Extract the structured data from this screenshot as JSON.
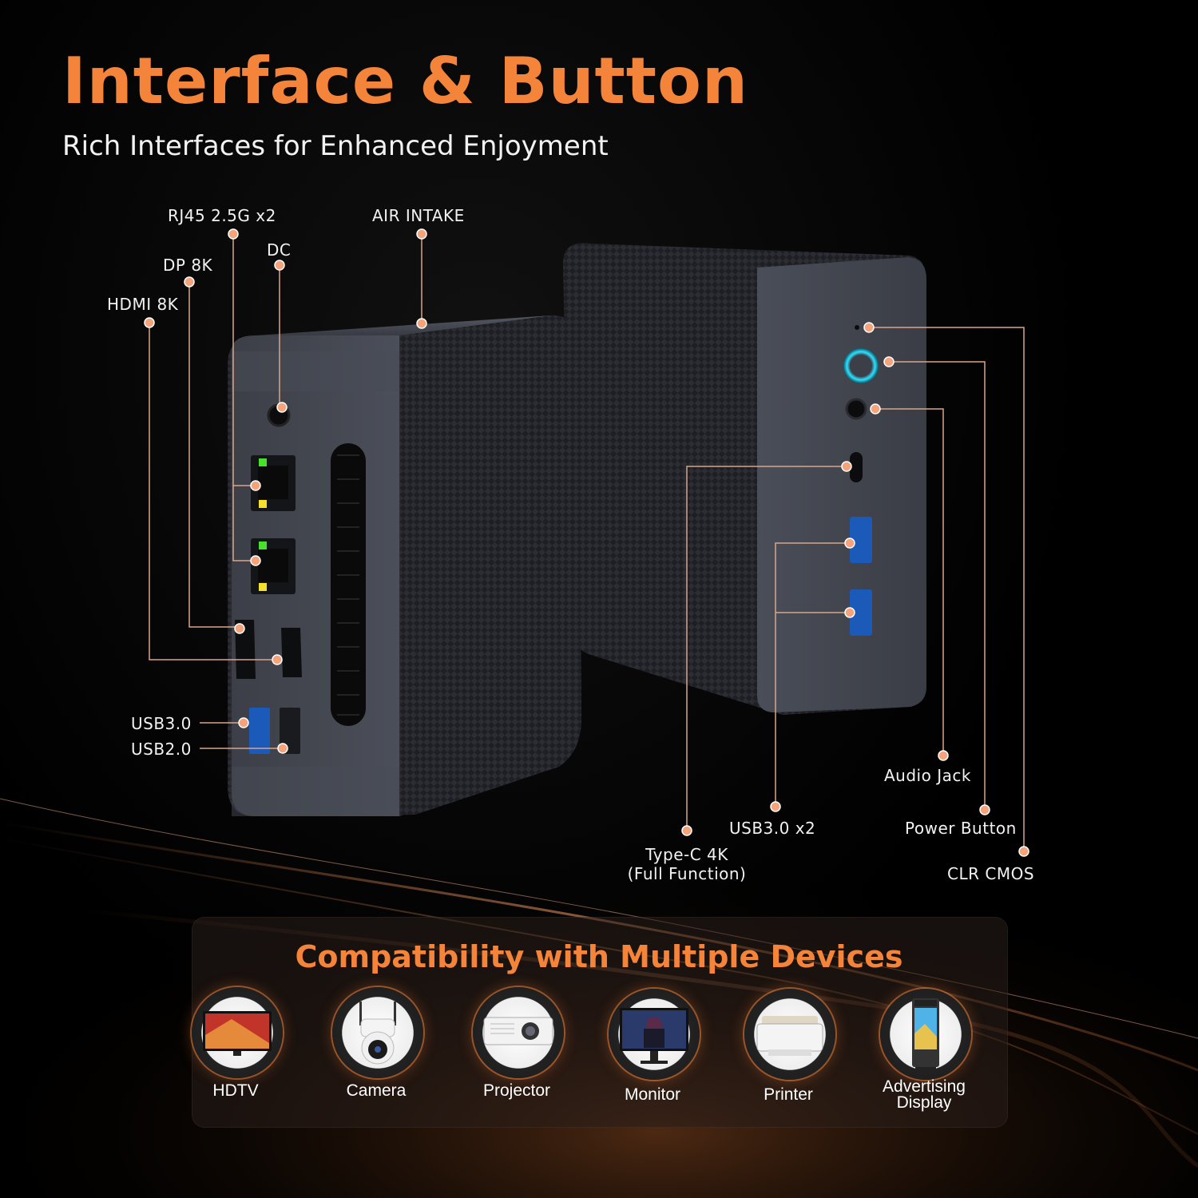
{
  "header": {
    "title": "Interface & Button",
    "subtitle": "Rich Interfaces for Enhanced Enjoyment"
  },
  "callouts": {
    "rj45": "RJ45  2.5G x2",
    "air_intake": "AIR INTAKE",
    "dc": "DC",
    "dp": "DP 8K",
    "hdmi": "HDMI 8K",
    "usb30": "USB3.0",
    "usb20": "USB2.0",
    "audio_jack": "Audio Jack",
    "usb30x2": "USB3.0 x2",
    "power_button": "Power Button",
    "typec_line1": "Type-C 4K",
    "typec_line2": "(Full Function)",
    "clr_cmos": "CLR CMOS"
  },
  "compatibility": {
    "title": "Compatibility with Multiple Devices",
    "devices": [
      {
        "name": "HDTV",
        "icon": "hdtv-icon"
      },
      {
        "name": "Camera",
        "icon": "camera-icon"
      },
      {
        "name": "Projector",
        "icon": "projector-icon"
      },
      {
        "name": "Monitor",
        "icon": "monitor-icon"
      },
      {
        "name": "Printer",
        "icon": "printer-icon"
      },
      {
        "name": "Advertising Display",
        "icon": "advertising-display-icon"
      }
    ]
  },
  "colors": {
    "accent": "#f5843b",
    "callout_dot": "#f5a37a",
    "callout_line": "#d9a58a"
  }
}
